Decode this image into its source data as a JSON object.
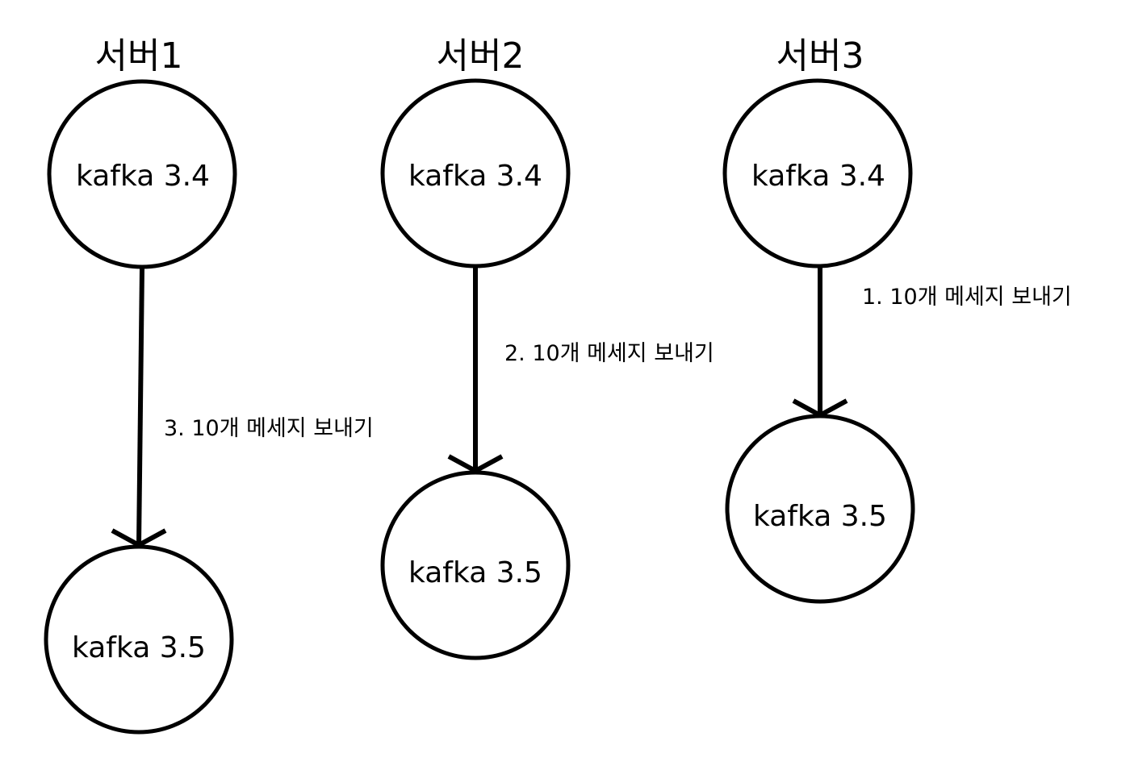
{
  "servers": [
    {
      "title": "서버1",
      "source": "kafka 3.4",
      "target": "kafka 3.5",
      "edge_label": "3. 10개 메세지 보내기"
    },
    {
      "title": "서버2",
      "source": "kafka 3.4",
      "target": "kafka 3.5",
      "edge_label": "2. 10개 메세지 보내기"
    },
    {
      "title": "서버3",
      "source": "kafka 3.4",
      "target": "kafka 3.5",
      "edge_label": "1. 10개 메세지 보내기"
    }
  ],
  "colors": {
    "stroke": "#000000",
    "fill": "#ffffff",
    "text": "#000000"
  }
}
